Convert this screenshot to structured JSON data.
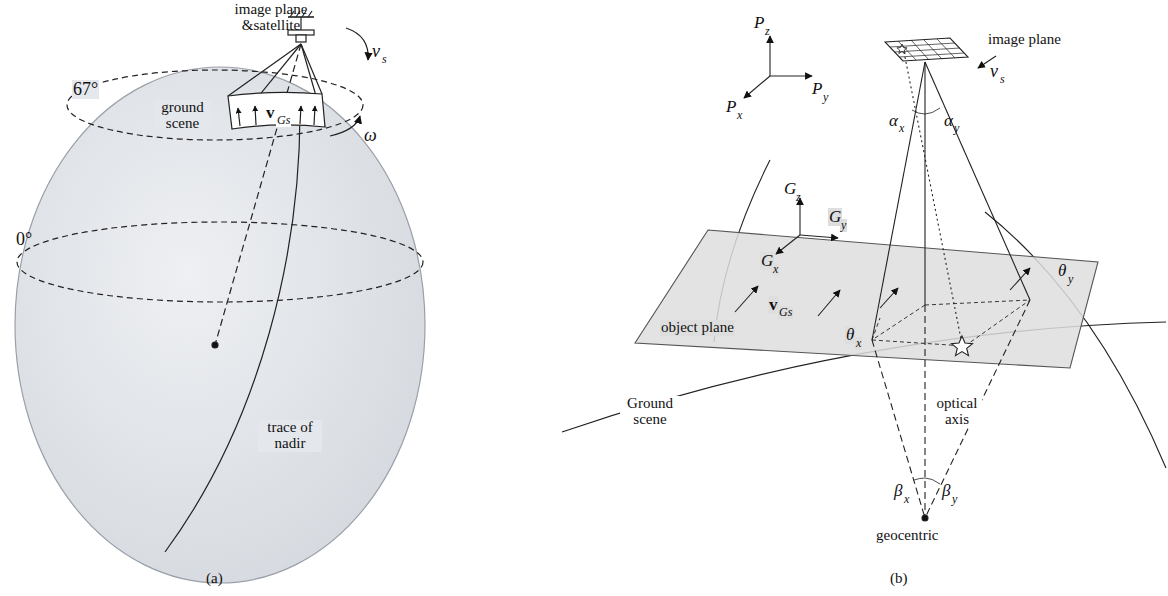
{
  "diagram": {
    "labels": [
      "image plane &satellite",
      "v",
      "s",
      "67°",
      "ground scene",
      "v",
      "Gs",
      "ω",
      "0°",
      "trace of nadir",
      "(a)",
      "P",
      "z",
      "P",
      "x",
      "P",
      "y",
      "image plane",
      "v",
      "s",
      "α",
      "x",
      "α",
      "y",
      "G",
      "z",
      "G",
      "y",
      "G",
      "x",
      "θ",
      "y",
      "v",
      "Gs",
      "θ",
      "x",
      "object plane",
      "Ground scene",
      "optical axis",
      "β",
      "x",
      "β",
      "y",
      "geocentric",
      "(b)"
    ]
  }
}
